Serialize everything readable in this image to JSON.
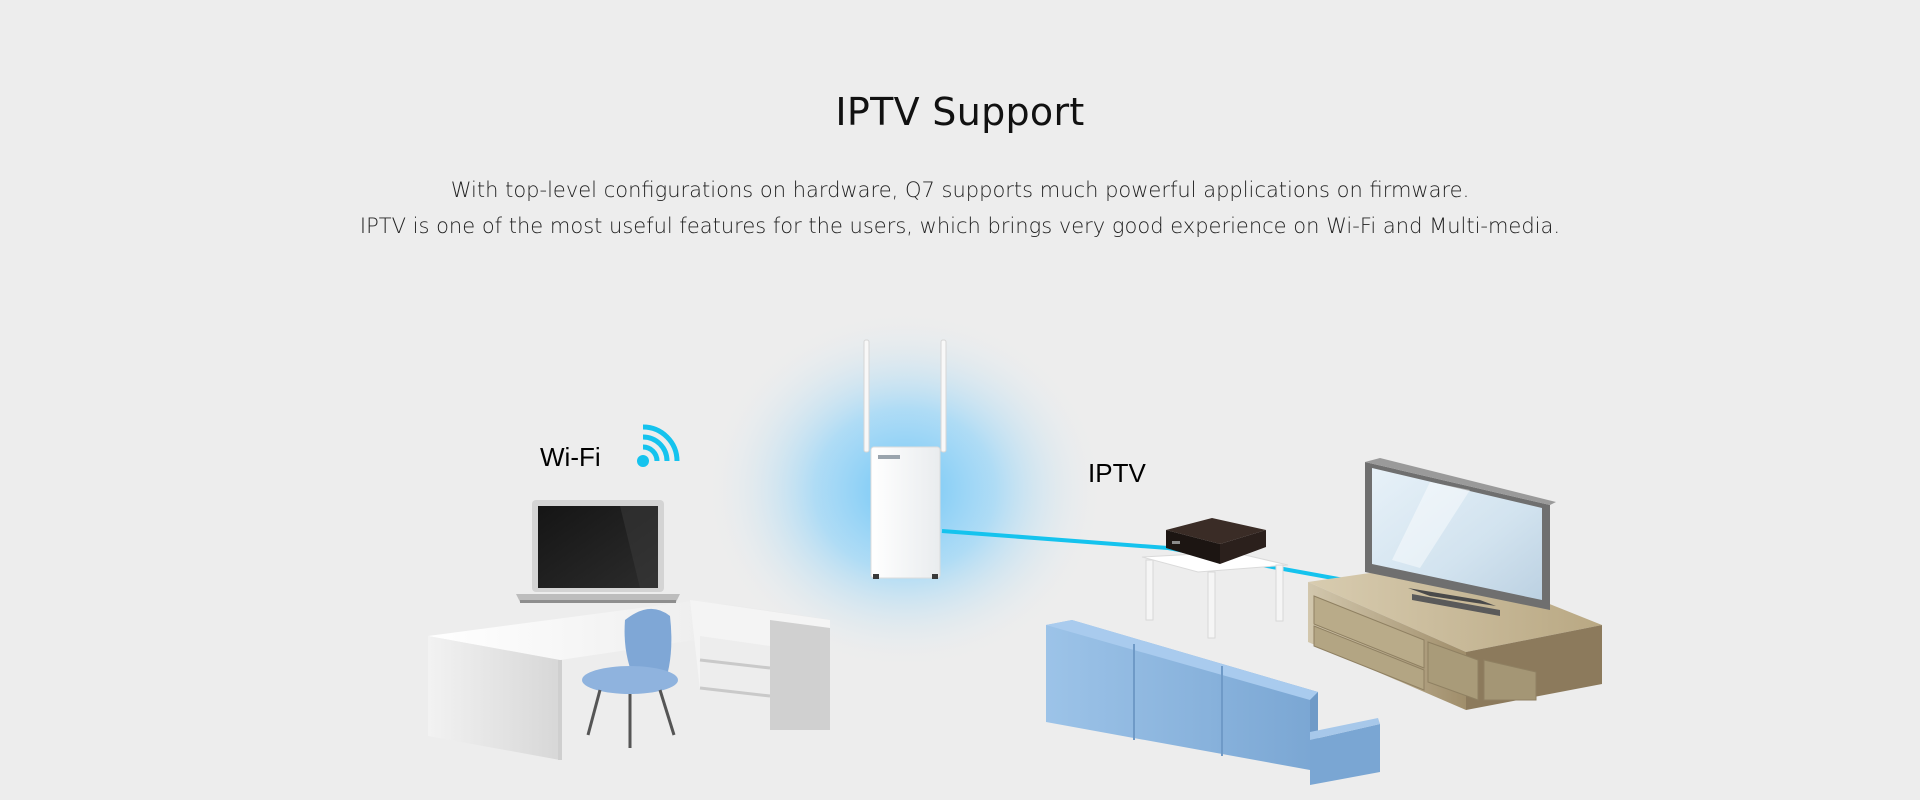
{
  "section": {
    "title": "IPTV Support",
    "description_lines": [
      "With top-level configurations on hardware, Q7 supports much powerful applications on firmware.",
      "IPTV is one of the most useful features for the users, which brings very good experience on Wi-Fi and Multi-media."
    ]
  },
  "illustration": {
    "labels": {
      "wifi": "Wi-Fi",
      "iptv": "IPTV"
    },
    "icons": [
      "wifi-signal-icon",
      "router-device",
      "laptop",
      "set-top-box",
      "television"
    ],
    "colors": {
      "background": "#ededed",
      "accent_cyan": "#15c3ee",
      "glow": "#7ecdf7",
      "sofa": "#8ab4dc",
      "tv_cabinet": "#bcad8e"
    }
  }
}
